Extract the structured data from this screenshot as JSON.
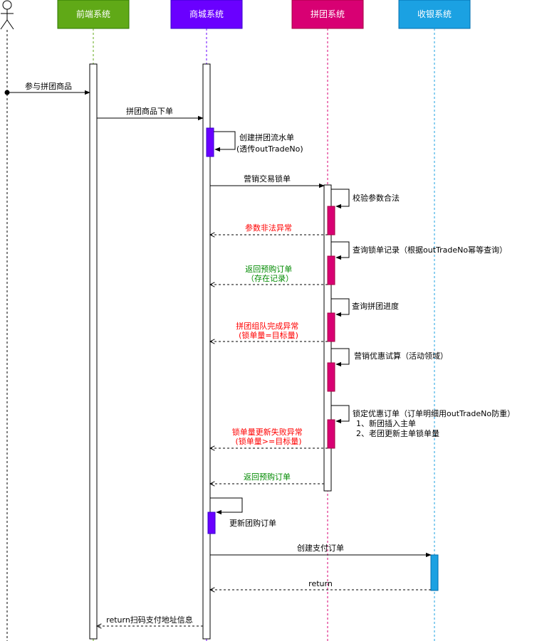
{
  "actor": {
    "icon": "stick-figure-actor-icon"
  },
  "participants": [
    {
      "label": "前端系统",
      "color": "#60a917"
    },
    {
      "label": "商城系统",
      "color": "#6a00ff"
    },
    {
      "label": "拼团系统",
      "color": "#d80073"
    },
    {
      "label": "收银系统",
      "color": "#1ba1e2"
    }
  ],
  "messages": [
    {
      "lines": [
        "参与拼团商品"
      ],
      "color": "#000000"
    },
    {
      "lines": [
        "拼团商品下单"
      ],
      "color": "#000000"
    },
    {
      "lines": [
        "创建拼团流水单",
        "(透传outTradeNo)"
      ],
      "color": "#000000"
    },
    {
      "lines": [
        "营销交易锁单"
      ],
      "color": "#000000"
    },
    {
      "lines": [
        "校验参数合法"
      ],
      "color": "#000000"
    },
    {
      "lines": [
        "参数非法异常"
      ],
      "color": "#ff0000"
    },
    {
      "lines": [
        "查询锁单记录（根据outTradeNo幂等查询）"
      ],
      "color": "#000000"
    },
    {
      "lines": [
        "返回预购订单",
        "（存在记录）"
      ],
      "color": "#008a00"
    },
    {
      "lines": [
        "查询拼团进度"
      ],
      "color": "#000000"
    },
    {
      "lines": [
        "拼团组队完成异常",
        "(锁单量=目标量)"
      ],
      "color": "#ff0000"
    },
    {
      "lines": [
        "营销优惠试算（活动领域）"
      ],
      "color": "#000000"
    },
    {
      "lines": [
        "锁定优惠订单（订单明细用outTradeNo防重）",
        "1、新团插入主单",
        "2、老团更新主单锁单量"
      ],
      "color": "#000000"
    },
    {
      "lines": [
        "锁单量更新失败异常",
        "(锁单量>=目标量)"
      ],
      "color": "#ff0000"
    },
    {
      "lines": [
        "返回预购订单"
      ],
      "color": "#008a00"
    },
    {
      "lines": [
        "更新团购订单"
      ],
      "color": "#000000"
    },
    {
      "lines": [
        "创建支付订单"
      ],
      "color": "#000000"
    },
    {
      "lines": [
        "return"
      ],
      "color": "#000000"
    },
    {
      "lines": [
        "return扫码支付地址信息"
      ],
      "color": "#000000"
    }
  ]
}
